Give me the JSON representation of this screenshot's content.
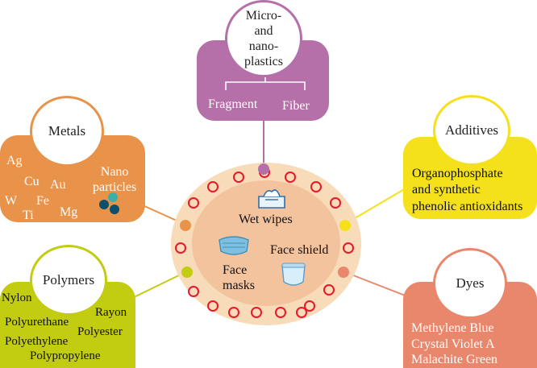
{
  "center": {
    "items": [
      {
        "label": "Wet wipes"
      },
      {
        "label": "Face shield"
      },
      {
        "label": "Face\nmasks"
      }
    ]
  },
  "categories": {
    "micro": {
      "title": "Micro-\nand\nnano-\nplastics",
      "items": [
        "Fragment",
        "Fiber"
      ],
      "color": "#b56fa9"
    },
    "metals": {
      "title": "Metals",
      "items": [
        "Ag",
        "Cu",
        "Au",
        "W",
        "Fe",
        "Ti",
        "Mg",
        "Nano\nparticles"
      ],
      "color": "#e8924a"
    },
    "additives": {
      "title": "Additives",
      "lines": [
        "Organophosphate",
        "and synthetic",
        "phenolic antioxidants"
      ],
      "color": "#f5e01c"
    },
    "polymers": {
      "title": "Polymers",
      "items": [
        "Nylon",
        "Rayon",
        "Polyurethane",
        "Polyester",
        "Polyethylene",
        "Polypropylene"
      ],
      "color": "#c2cc10"
    },
    "dyes": {
      "title": "Dyes",
      "lines": [
        "Methylene Blue",
        "Crystal Violet A",
        "Malachite Green"
      ],
      "color": "#e8876c"
    }
  }
}
